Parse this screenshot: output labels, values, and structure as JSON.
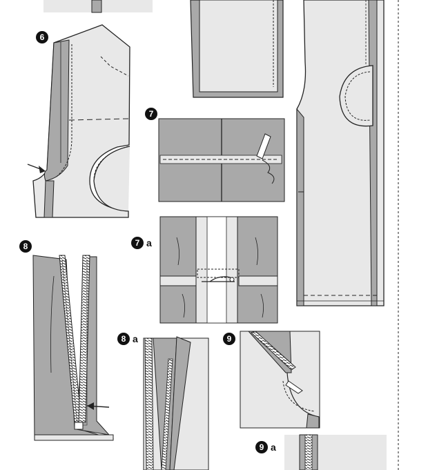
{
  "colors": {
    "fabric_light": "#e8e8e8",
    "fabric_dark": "#a9a9a9",
    "outline": "#222222",
    "background": "#ffffff"
  },
  "steps": [
    {
      "id": "6",
      "number": "6",
      "suffix": ""
    },
    {
      "id": "7",
      "number": "7",
      "suffix": ""
    },
    {
      "id": "7a",
      "number": "7",
      "suffix": "a"
    },
    {
      "id": "8",
      "number": "8",
      "suffix": ""
    },
    {
      "id": "8a",
      "number": "8",
      "suffix": "a"
    },
    {
      "id": "9",
      "number": "9",
      "suffix": ""
    },
    {
      "id": "9a",
      "number": "9",
      "suffix": "a"
    }
  ]
}
